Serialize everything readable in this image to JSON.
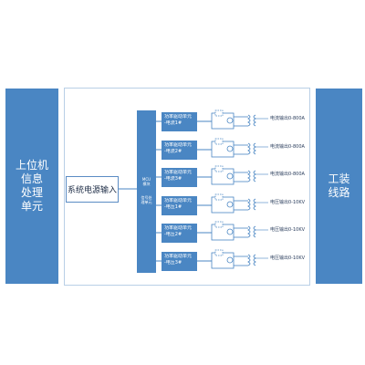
{
  "upper_unit": {
    "label": "上位机\n信息\n处理\n单元"
  },
  "system_power": {
    "label": "系统电源输入"
  },
  "bus": {
    "label_a": "MCU\n模块",
    "label_b": "信号处\n理单元"
  },
  "drive_units": [
    {
      "line1": "功率驱动单元",
      "line2": "-电流1#"
    },
    {
      "line1": "功率驱动单元",
      "line2": "-电流2#"
    },
    {
      "line1": "功率驱动单元",
      "line2": "-电流3#"
    },
    {
      "line1": "功率驱动单元",
      "line2": "-电压1#"
    },
    {
      "line1": "功率驱动单元",
      "line2": "-电压2#"
    },
    {
      "line1": "功率驱动单元",
      "line2": "-电压3#"
    }
  ],
  "outputs": [
    "电流输出0-800A",
    "电流输出0-800A",
    "电流输出0-800A",
    "电压输出0-10KV",
    "电压输出0-10KV",
    "电压输出0-10KV"
  ],
  "fixture_line": {
    "label": "工装\n线路"
  },
  "colors": {
    "block": "#4a86c3",
    "frame": "#b9cfe6",
    "line": "#4a86c3"
  }
}
